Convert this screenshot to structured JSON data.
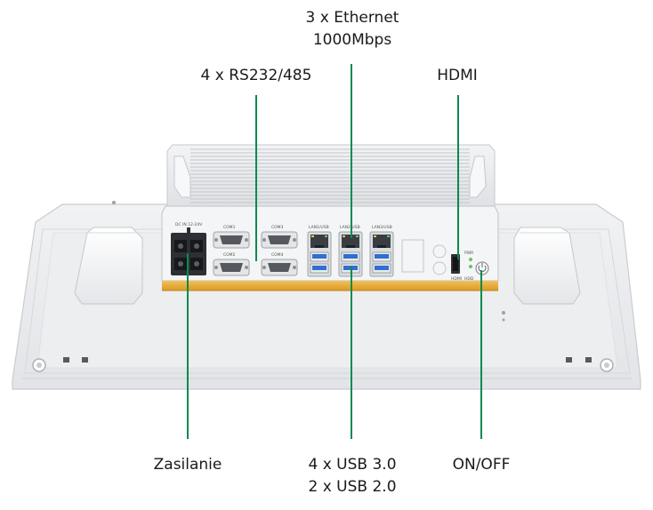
{
  "callouts": {
    "ethernet": {
      "line1": "3 x Ethernet",
      "line2": "1000Mbps"
    },
    "rs232": {
      "text": "4 x RS232/485"
    },
    "hdmi": {
      "text": "HDMI"
    },
    "power": {
      "text": "Zasilanie"
    },
    "usb": {
      "line1": "4 x USB 3.0",
      "line2": "2 x USB 2.0"
    },
    "onoff": {
      "text": "ON/OFF"
    }
  },
  "panel_labels": {
    "dc_in": "DC IN 12-24V",
    "com1": "COM1",
    "com2": "COM2",
    "com3": "COM3",
    "com4": "COM4",
    "lan1": "LAN1/USB",
    "lan2": "LAN2/USB",
    "lan3": "LAN3/USB",
    "pwr": "PWR",
    "hdd": "HDD",
    "hdmi_port": "HDMI"
  },
  "colors": {
    "leader_line": "#0b8a4e",
    "usb_blue": "#2f6fd0",
    "accent_strip": "#e6a830",
    "chassis": "#e9eaec"
  }
}
